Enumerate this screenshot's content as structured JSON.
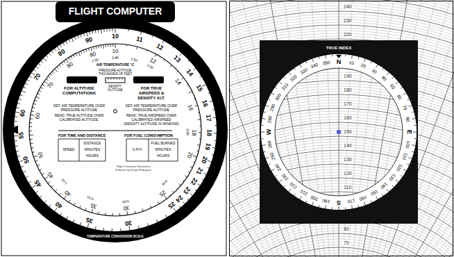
{
  "diagram": {
    "title": "FLIGHT COMPUTER",
    "labels": [
      "10",
      "11",
      "12",
      "13",
      "14",
      "15",
      "16",
      "17",
      "18",
      "19",
      "20",
      "21",
      "22",
      "23",
      "24",
      "25",
      "30",
      "35",
      "40",
      "45",
      "50",
      "55",
      "60",
      "70",
      "80",
      "90",
      "10",
      "12",
      "14",
      "16",
      "18",
      "20",
      "25",
      "30",
      "35",
      "40",
      "45",
      "50",
      "60",
      "70",
      "80",
      "90",
      "1:30",
      "1:40",
      "1:50",
      "2:00",
      "3:00",
      "4:00",
      "5:00",
      "6:00",
      "7:00",
      "AIR TEMPERATURE °C",
      "PRESSURE ALTITUDE THOUSANDS OF FEET",
      "DENSITY ALTITUDE",
      "FOR ALTITUDE COMPUTATIONS",
      "FOR TRUE AIRSPEED & DENSITY ALT.",
      "SET: AIR TEMPERATURE OVER PRESSURE ALTITUDE",
      "READ: TRUE ALTITUDE OVER CALIBRATED ALTITUDE.",
      "SET: AIR TEMPERATURE OVER PRESSURE ALTITUDE",
      "READ: TRUE AIRSPEED OVER CALIBRATED AIRSPEED (DENSITY ALTITUDE IN WINDOW)",
      "FOR TIME AND DISTANCE",
      "FOR FUEL CONSUMPTION",
      "SPEED",
      "DISTANCE",
      "MINUTES",
      "HOURS",
      "G.P.H.",
      "FUEL BURNED",
      "MINUTES",
      "HOURS",
      "Flight Computer Simulation Software by Diego Rodriguez",
      "TEMPERATURE CONVERSION SCALE",
      "TRUE INDEX",
      "N",
      "10",
      "20",
      "30",
      "40",
      "50",
      "60",
      "70",
      "80",
      "E",
      "100",
      "110",
      "120",
      "130",
      "140",
      "150",
      "160",
      "170",
      "S",
      "190",
      "200",
      "210",
      "220",
      "230",
      "240",
      "250",
      "260",
      "W",
      "280",
      "290",
      "300",
      "310",
      "320",
      "330",
      "340",
      "350",
      "240",
      "230",
      "220",
      "190",
      "180",
      "170",
      "160",
      "150",
      "140",
      "130",
      "120",
      "110",
      "80",
      "70"
    ]
  }
}
